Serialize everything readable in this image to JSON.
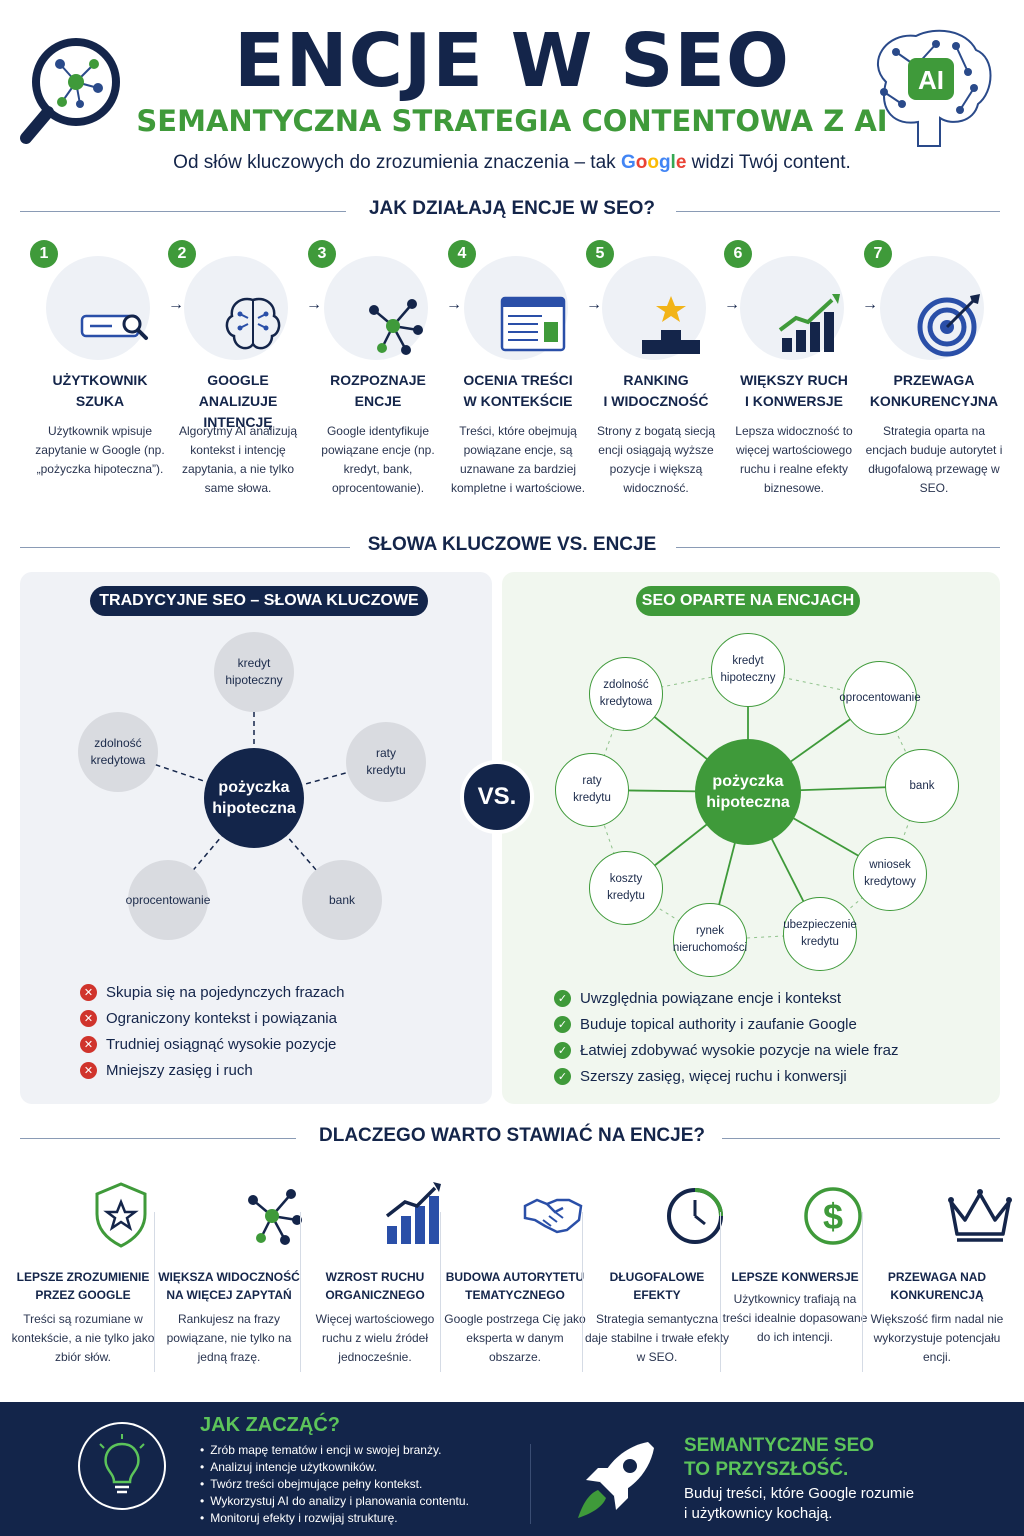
{
  "header": {
    "title": "ENCJE W SEO",
    "subtitle": "SEMANTYCZNA STRATEGIA CONTENTOWA Z AI",
    "tagline_before": "Od słów kluczowych do zrozumienia znaczenia – tak ",
    "tagline_brand": [
      "G",
      "o",
      "o",
      "g",
      "l",
      "e"
    ],
    "tagline_after": " widzi Twój content.",
    "ai_badge": "AI"
  },
  "section_how": {
    "heading": "JAK DZIAŁAJĄ ENCJE W SEO?",
    "steps": [
      {
        "num": "1",
        "title": "UŻYTKOWNIK\nSZUKA",
        "desc": "Użytkownik wpisuje zapytanie w Google (np. „pożyczka hipoteczna”).",
        "icon": "search-bar-icon"
      },
      {
        "num": "2",
        "title": "GOOGLE ANALIZUJE\nINTENCJĘ",
        "desc": "Algorytmy AI analizują kontekst i intencję zapytania, a nie tylko same słowa.",
        "icon": "brain-icon"
      },
      {
        "num": "3",
        "title": "ROZPOZNAJE\nENCJE",
        "desc": "Google identyfikuje powiązane encje (np. kredyt, bank, oprocentowanie).",
        "icon": "network-icon"
      },
      {
        "num": "4",
        "title": "OCENIA TREŚCI\nW KONTEKŚCIE",
        "desc": "Treści, które obejmują powiązane encje, są uznawane za bardziej kompletne i wartościowe.",
        "icon": "webpage-icon"
      },
      {
        "num": "5",
        "title": "RANKING\nI WIDOCZNOŚĆ",
        "desc": "Strony z bogatą siecją encji osiągają wyższe pozycje i większą widoczność.",
        "icon": "podium-icon"
      },
      {
        "num": "6",
        "title": "WIĘKSZY RUCH\nI KONWERSJE",
        "desc": "Lepsza widoczność to więcej wartościowego ruchu i realne efekty biznesowe.",
        "icon": "growth-chart-icon"
      },
      {
        "num": "7",
        "title": "PRZEWAGA\nKONKURENCYJNA",
        "desc": "Strategia oparta na encjach buduje autorytet i długofalową przewagę w SEO.",
        "icon": "target-icon"
      }
    ]
  },
  "section_compare": {
    "heading": "SŁOWA KLUCZOWE VS. ENCJE",
    "vs": "VS.",
    "traditional": {
      "label": "TRADYCYJNE SEO – SŁOWA KLUCZOWE",
      "center": "pożyczka\nhipoteczna",
      "nodes": [
        "kredyt\nhipoteczny",
        "raty\nkredytu",
        "bank",
        "oprocentowanie",
        "zdolność\nkredytowa"
      ],
      "cons": [
        "Skupia się na pojedynczych frazach",
        "Ograniczony kontekst i powiązania",
        "Trudniej osiągnąć wysokie pozycje",
        "Mniejszy zasięg i ruch"
      ]
    },
    "entity": {
      "label": "SEO OPARTE NA ENCJACH",
      "center": "pożyczka\nhipoteczna",
      "nodes": [
        "kredyt\nhipoteczny",
        "oprocentowanie",
        "bank",
        "wniosek\nkredytowy",
        "ubezpieczenie\nkredytu",
        "rynek\nnieruchomości",
        "koszty\nkredytu",
        "raty\nkredytu",
        "zdolność\nkredytowa"
      ],
      "pros": [
        "Uwzględnia powiązane encje i kontekst",
        "Buduje topical authority i zaufanie Google",
        "Łatwiej zdobywać wysokie pozycje na wiele fraz",
        "Szerszy zasięg, więcej ruchu i konwersji"
      ]
    }
  },
  "section_why": {
    "heading": "DLACZEGO WARTO STAWIAĆ NA ENCJE?",
    "benefits": [
      {
        "title": "LEPSZE ZROZUMIENIE\nPRZEZ GOOGLE",
        "desc": "Treści są rozumiane w kontekście, a nie tylko jako zbiór słów.",
        "icon": "shield-star-icon"
      },
      {
        "title": "WIĘKSZA WIDOCZNOŚĆ\nNA WIĘCEJ ZAPYTAŃ",
        "desc": "Rankujesz na frazy powiązane, nie tylko na jedną frazę.",
        "icon": "network-icon"
      },
      {
        "title": "WZROST RUCHU\nORGANICZNEGO",
        "desc": "Więcej wartościowego ruchu z wielu źródeł jednocześnie.",
        "icon": "bar-growth-icon"
      },
      {
        "title": "BUDOWA AUTORYTETU\nTEMATYCZNEGO",
        "desc": "Google postrzega Cię jako eksperta w danym obszarze.",
        "icon": "handshake-icon"
      },
      {
        "title": "DŁUGOFALOWE\nEFEKTY",
        "desc": "Strategia semantyczna daje stabilne i trwałe efekty w SEO.",
        "icon": "clock-icon"
      },
      {
        "title": "LEPSZE KONWERSJE",
        "desc": "Użytkownicy trafiają na treści idealnie dopasowane do ich intencji.",
        "icon": "dollar-icon"
      },
      {
        "title": "PRZEWAGA NAD\nKONKURENCJĄ",
        "desc": "Większość firm nadal nie wykorzystuje potencjału encji.",
        "icon": "crown-icon"
      }
    ]
  },
  "footer": {
    "start_heading": "JAK ZACZĄĆ?",
    "start_items": [
      "Zrób mapę tematów i encji w swojej branży.",
      "Analizuj intencje użytkowników.",
      "Twórz treści obejmujące pełny kontekst.",
      "Wykorzystuj AI do analizy i planowania contentu.",
      "Monitoruj efekty i rozwijaj strukturę."
    ],
    "future_heading": "SEMANTYCZNE SEO\nTO PRZYSZŁOŚĆ.",
    "future_text": "Buduj treści, które Google rozumie\ni użytkownicy kochają."
  },
  "colors": {
    "navy": "#14254a",
    "green": "#3f9a3a",
    "grey_panel": "#f0f2f6",
    "green_panel": "#f1f7ef"
  }
}
